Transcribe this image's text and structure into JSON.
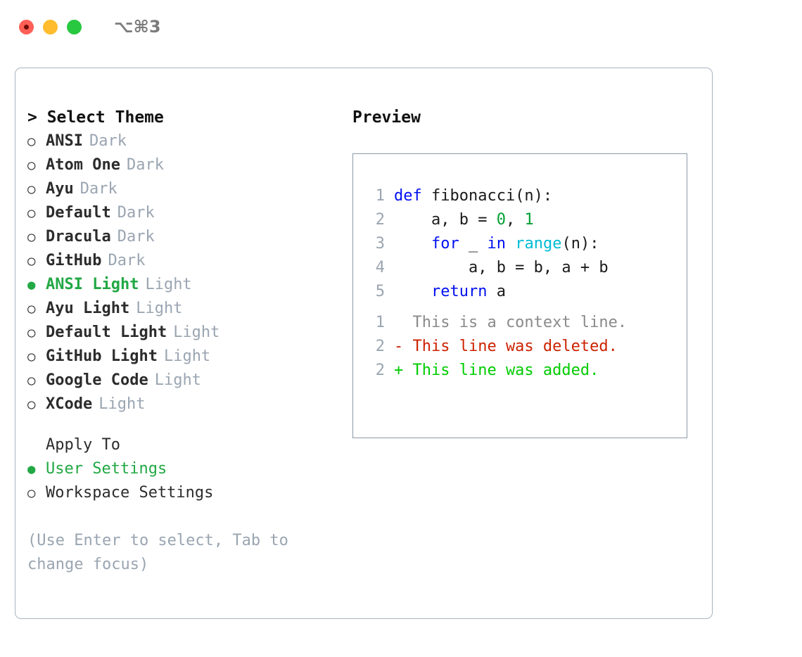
{
  "window": {
    "shortcut": "⌥⌘3",
    "traffic_lights": [
      {
        "name": "close",
        "color": "#ff5f57"
      },
      {
        "name": "minimize",
        "color": "#febc2e"
      },
      {
        "name": "zoom",
        "color": "#28c840"
      }
    ]
  },
  "theme_list": {
    "header": "> Select Theme",
    "marker_selected": "●",
    "marker_unselected": "○",
    "items": [
      {
        "label": "ANSI",
        "badge": "Dark",
        "selected": false
      },
      {
        "label": "Atom One",
        "badge": "Dark",
        "selected": false
      },
      {
        "label": "Ayu",
        "badge": "Dark",
        "selected": false
      },
      {
        "label": "Default",
        "badge": "Dark",
        "selected": false
      },
      {
        "label": "Dracula",
        "badge": "Dark",
        "selected": false
      },
      {
        "label": "GitHub",
        "badge": "Dark",
        "selected": false
      },
      {
        "label": "ANSI Light",
        "badge": "Light",
        "selected": true
      },
      {
        "label": "Ayu Light",
        "badge": "Light",
        "selected": false
      },
      {
        "label": "Default Light",
        "badge": "Light",
        "selected": false
      },
      {
        "label": "GitHub Light",
        "badge": "Light",
        "selected": false
      },
      {
        "label": "Google Code",
        "badge": "Light",
        "selected": false
      },
      {
        "label": "XCode",
        "badge": "Light",
        "selected": false
      }
    ]
  },
  "apply_to": {
    "header": "Apply To",
    "items": [
      {
        "label": "User Settings",
        "selected": true
      },
      {
        "label": "Workspace Settings",
        "selected": false
      }
    ]
  },
  "hint": "(Use Enter to select, Tab to change focus)",
  "preview": {
    "header": "Preview",
    "code_lines": [
      {
        "no": "1",
        "tokens": [
          {
            "t": "def ",
            "c": "kw"
          },
          {
            "t": "fibonacci(n):",
            "c": "plain"
          }
        ]
      },
      {
        "no": "2",
        "tokens": [
          {
            "t": "    a, b = ",
            "c": "plain"
          },
          {
            "t": "0",
            "c": "num"
          },
          {
            "t": ", ",
            "c": "plain"
          },
          {
            "t": "1",
            "c": "num"
          }
        ]
      },
      {
        "no": "3",
        "tokens": [
          {
            "t": "    ",
            "c": "plain"
          },
          {
            "t": "for",
            "c": "kw"
          },
          {
            "t": " _ ",
            "c": "plain"
          },
          {
            "t": "in",
            "c": "kw"
          },
          {
            "t": " ",
            "c": "plain"
          },
          {
            "t": "range",
            "c": "fn"
          },
          {
            "t": "(n):",
            "c": "plain"
          }
        ]
      },
      {
        "no": "4",
        "tokens": [
          {
            "t": "        a, b = b, a + b",
            "c": "plain"
          }
        ]
      },
      {
        "no": "5",
        "tokens": [
          {
            "t": "    ",
            "c": "plain"
          },
          {
            "t": "return",
            "c": "kw"
          },
          {
            "t": " a",
            "c": "plain"
          }
        ]
      }
    ],
    "diff_lines": [
      {
        "no": "1",
        "kind": "context",
        "text": "  This is a context line."
      },
      {
        "no": "2",
        "kind": "del",
        "text": "- This line was deleted."
      },
      {
        "no": "2",
        "kind": "add",
        "text": "+ This line was added."
      }
    ]
  },
  "colors": {
    "accent_green": "#22a844",
    "diff_add": "#00cc00",
    "diff_del": "#cc2200",
    "muted": "#9aa5b1",
    "keyword": "#0010f0",
    "number": "#00a033",
    "builtin": "#00bcd4",
    "panel_border": "#a8b4c0"
  }
}
